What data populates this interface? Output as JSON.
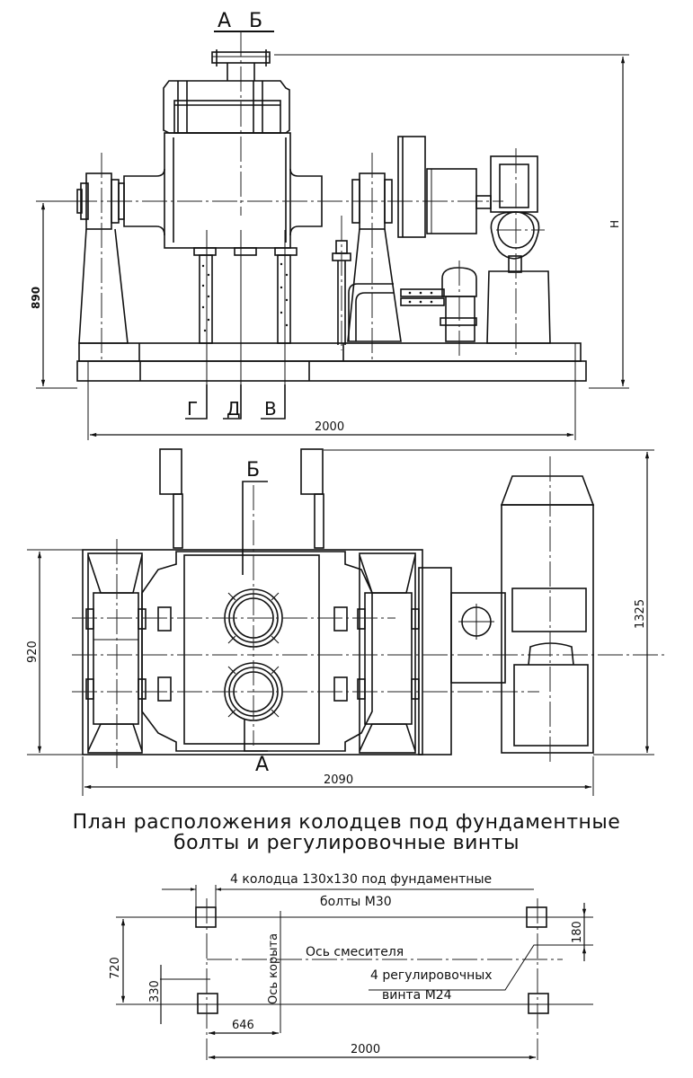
{
  "side_view": {
    "section_labels_top": [
      "А",
      "Б"
    ],
    "section_labels_bottom": [
      "Г",
      "Д",
      "В"
    ],
    "dim_height_axis": "890",
    "dim_height_total": "Н",
    "dim_length": "2000"
  },
  "plan_view": {
    "section_top": "Б",
    "section_bottom": "А",
    "dim_width": "920",
    "dim_total_width": "1325",
    "dim_length": "2090"
  },
  "wells_plan": {
    "title_line1": "План расположения колодцев под фундаментные",
    "title_line2": "болты и регулировочные винты",
    "wells_note_line1": "4 колодца 130x130 под фундаментные",
    "wells_note_line2": "болты М30",
    "mixer_axis": "Ось смесителя",
    "trough_axis": "Ось корыта",
    "screws_note_line1": "4 регулировочных",
    "screws_note_line2": "винта М24",
    "dim_720": "720",
    "dim_330": "330",
    "dim_180": "180",
    "dim_646": "646",
    "dim_2000": "2000"
  }
}
